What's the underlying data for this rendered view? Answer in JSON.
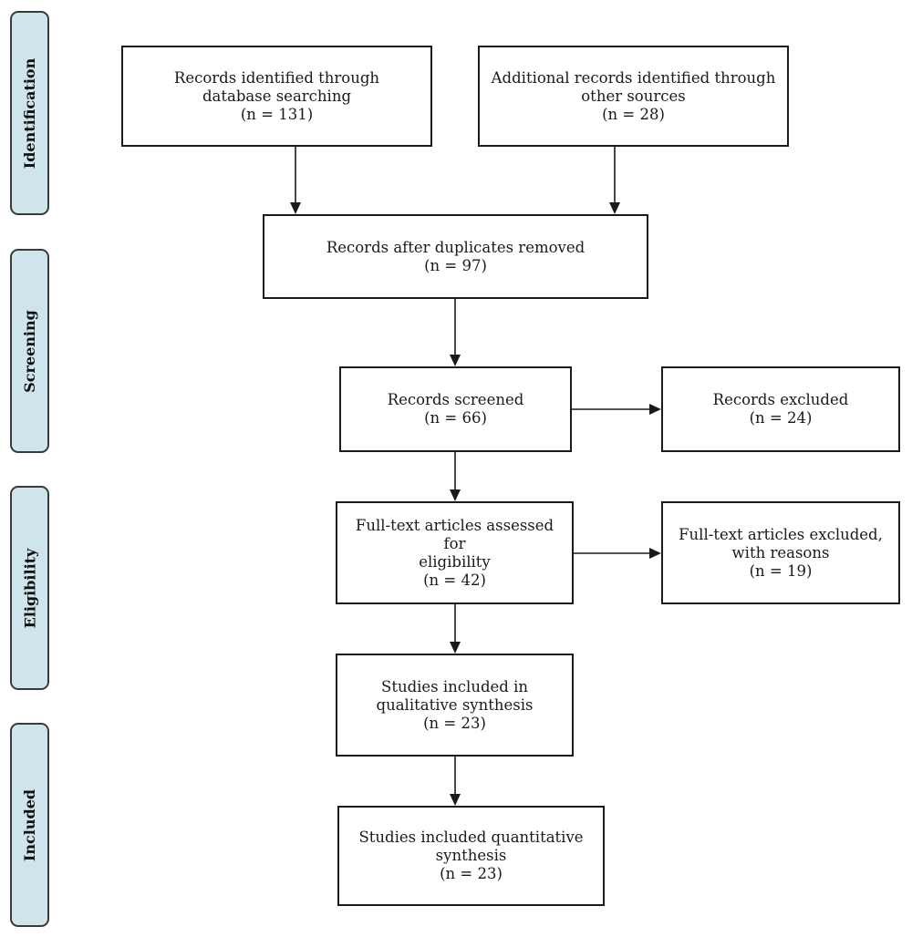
{
  "phases": {
    "identification": "Identification",
    "screening": "Screening",
    "eligibility": "Eligibility",
    "included": "Included"
  },
  "boxes": {
    "database_records": {
      "lines": [
        "Records identified through",
        "database searching",
        "(n = 131)"
      ]
    },
    "other_sources": {
      "lines": [
        "Additional records identified through",
        "other sources",
        "(n = 28)"
      ]
    },
    "duplicates_removed": {
      "lines": [
        "Records after duplicates removed",
        "(n = 97)"
      ]
    },
    "screened": {
      "lines": [
        "Records screened",
        "(n = 66)"
      ]
    },
    "excluded": {
      "lines": [
        "Records excluded",
        "(n = 24)"
      ]
    },
    "fulltext_assessed": {
      "lines": [
        "Full-text articles assessed for",
        "eligibility",
        "(n = 42)"
      ]
    },
    "fulltext_excluded": {
      "lines": [
        "Full-text articles excluded,",
        "with reasons",
        "(n = 19)"
      ]
    },
    "qualitative": {
      "lines": [
        "Studies included in",
        "qualitative synthesis",
        "(n = 23)"
      ]
    },
    "quantitative": {
      "lines": [
        "Studies included quantitative",
        "synthesis",
        "(n = 23)"
      ]
    }
  },
  "colors": {
    "phase_fill": "#cfe5ec",
    "phase_border": "#3a3a3a",
    "box_border": "#1a1a1a",
    "arrow": "#1a1a1a"
  }
}
